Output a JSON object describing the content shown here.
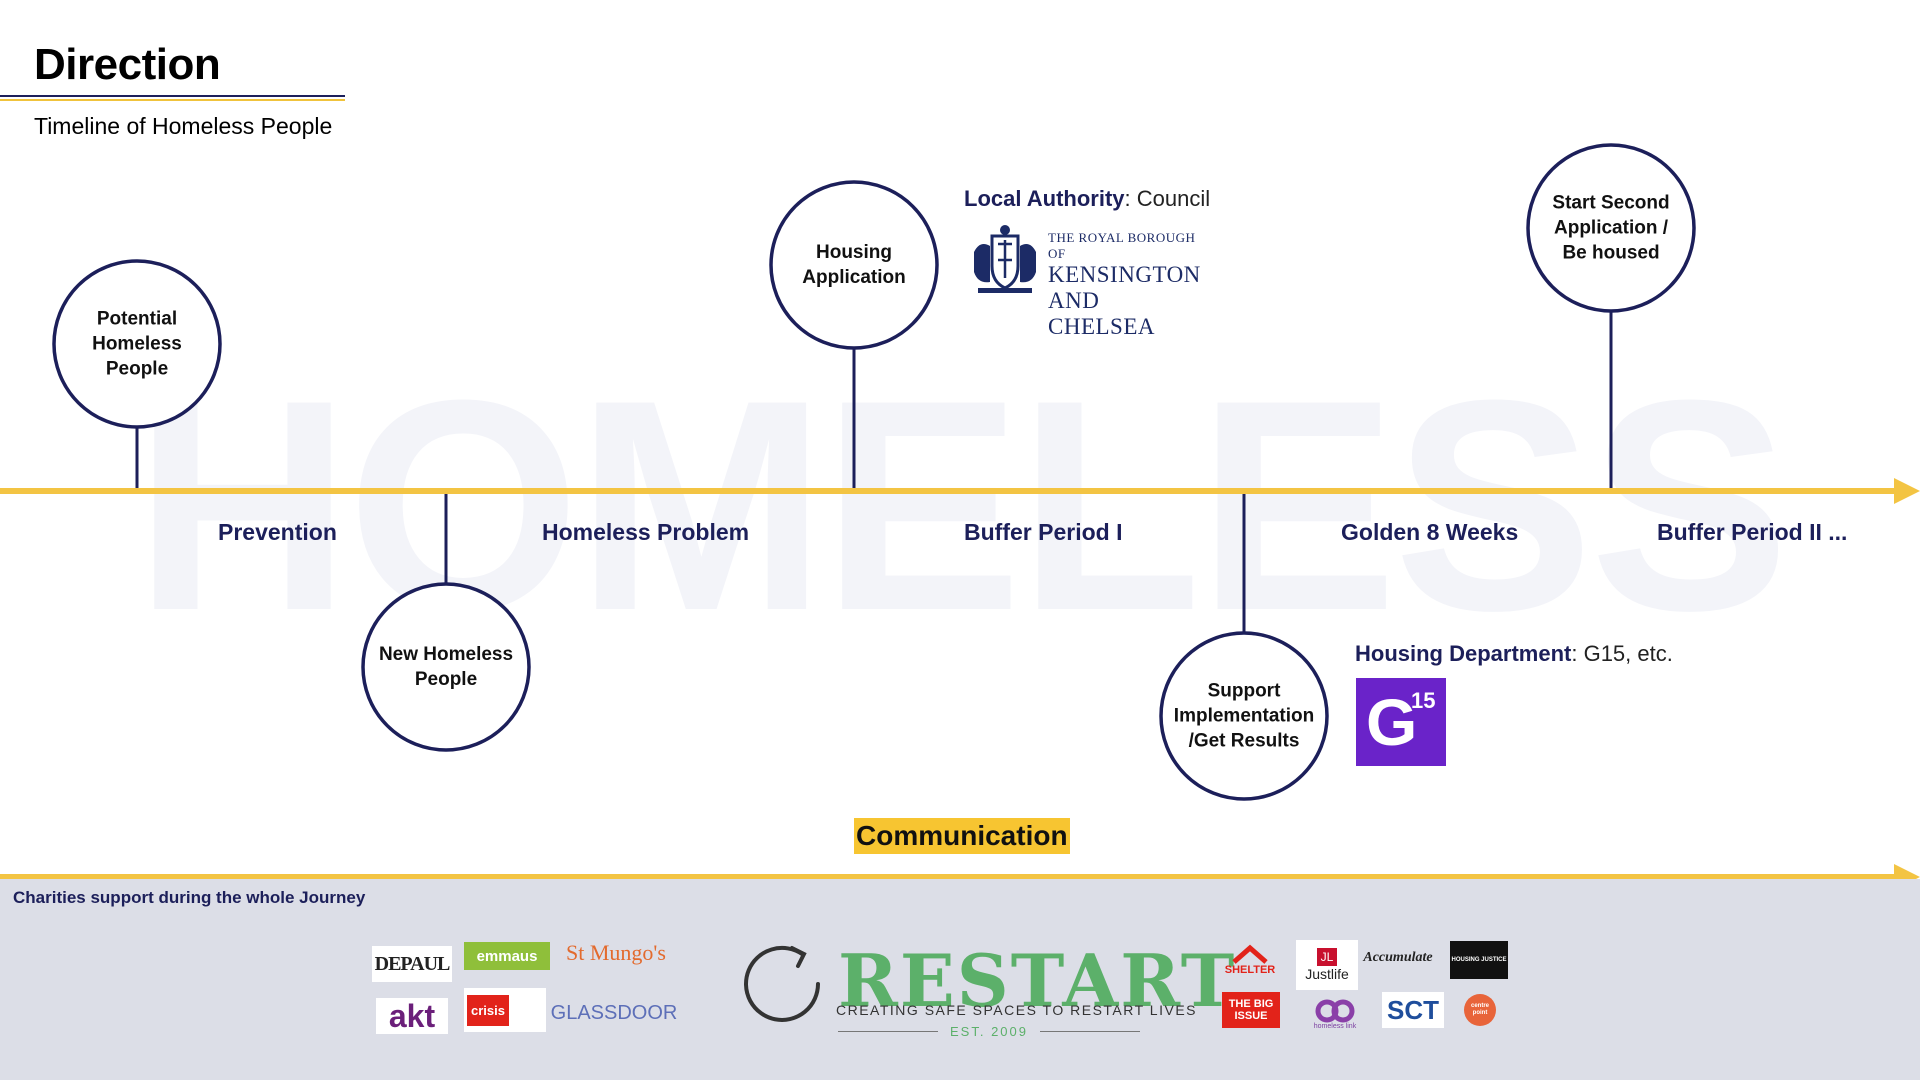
{
  "header": {
    "title": "Direction",
    "subtitle": "Timeline of Homeless People"
  },
  "watermark": "HOMELESS",
  "milestones": [
    {
      "id": "potential",
      "label": "Potential Homeless People"
    },
    {
      "id": "new",
      "label": "New Homeless People"
    },
    {
      "id": "housing",
      "label": "Housing Application"
    },
    {
      "id": "support",
      "label": "Support Implementation /Get Results"
    },
    {
      "id": "second",
      "label": "Start Second Application / Be housed"
    }
  ],
  "phases": [
    "Prevention",
    "Homeless Problem",
    "Buffer Period I",
    "Golden 8 Weeks",
    "Buffer Period II ..."
  ],
  "local_authority": {
    "label": "Local Authority",
    "value": ": Council",
    "logo_line1": "THE ROYAL BOROUGH OF",
    "logo_line2": "KENSINGTON",
    "logo_line3": "AND CHELSEA"
  },
  "housing_department": {
    "label": "Housing Department",
    "value": ": G15, etc.",
    "logo_letter": "G",
    "logo_number": "15"
  },
  "communication": "Communication",
  "charities": {
    "title": "Charities support during the whole Journey",
    "left_logos": [
      "DEPAUL",
      "emmaus",
      "St Mungo's",
      "akt",
      "crisis",
      "GLASSDOOR"
    ],
    "restart": {
      "name": "RESTART",
      "tagline": "CREATING SAFE SPACES TO RESTART LIVES",
      "est": "EST. 2009"
    },
    "right_logos": [
      "SHELTER",
      "Justlife",
      "Accumulate",
      "HOUSING JUSTICE",
      "THE BIG ISSUE",
      "homeless link",
      "SCT",
      "centre point"
    ]
  },
  "colors": {
    "navy": "#1c1f5a",
    "timeline_yellow": "#f3c443",
    "highlight_yellow": "#f7c531",
    "bottom_panel": "#dcdee7",
    "g15_purple": "#6a23c9",
    "restart_green": "#5cb06a"
  }
}
